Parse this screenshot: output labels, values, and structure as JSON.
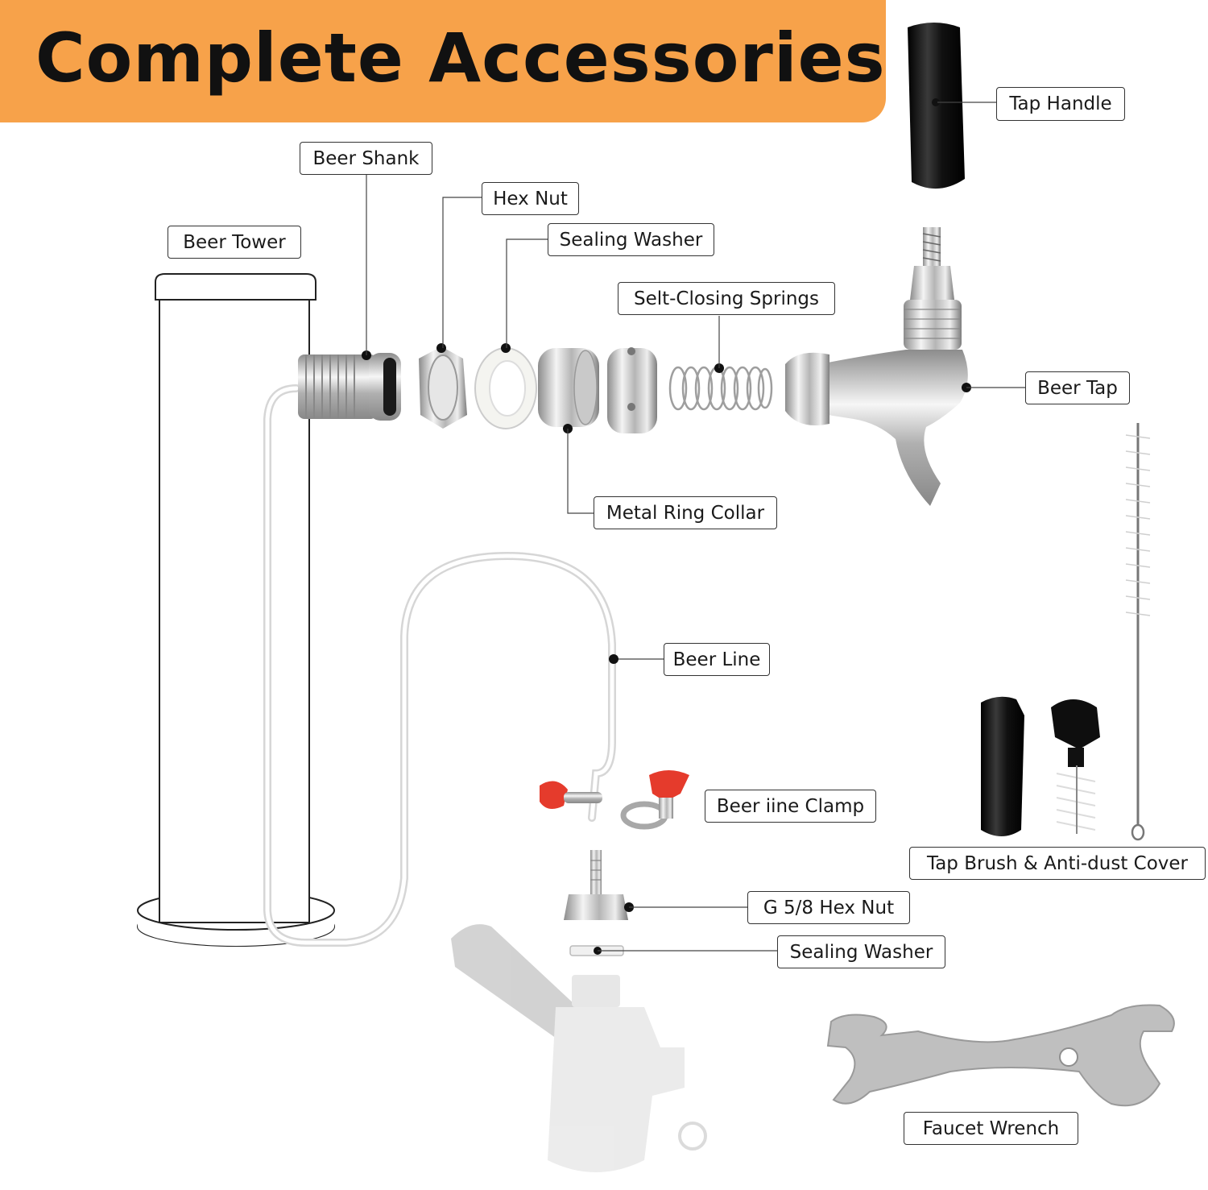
{
  "title": "Complete Accessories",
  "colors": {
    "banner": "#f7a24a",
    "text": "#111111",
    "chrome": "#d9d9d9",
    "handle": "#0a0a0a",
    "clamp": "#e53b2c"
  },
  "labels": {
    "tap_handle": "Tap Handle",
    "beer_shank": "Beer Shank",
    "hex_nut": "Hex Nut",
    "sealing_washer_top": "Sealing Washer",
    "beer_tower": "Beer Tower",
    "self_closing_springs": "Selt-Closing Springs",
    "beer_tap": "Beer Tap",
    "metal_ring_collar": "Metal Ring Collar",
    "beer_line": "Beer Line",
    "beer_line_clamp": "Beer iine Clamp",
    "tap_brush_cover": "Tap Brush & Anti-dust Cover",
    "g58_hex_nut": "G 5/8 Hex Nut",
    "sealing_washer_bottom": "Sealing Washer",
    "faucet_wrench": "Faucet Wrench"
  },
  "icons": [
    "tap-handle-icon",
    "beer-tower-icon",
    "beer-shank-icon",
    "hex-nut-icon",
    "sealing-washer-icon",
    "ring-collar-icon",
    "spring-icon",
    "beer-tap-icon",
    "brush-icon",
    "dust-cover-icon",
    "beer-line-icon",
    "clamp-icon",
    "g58-hex-nut-icon",
    "keg-coupler-icon",
    "faucet-wrench-icon"
  ]
}
